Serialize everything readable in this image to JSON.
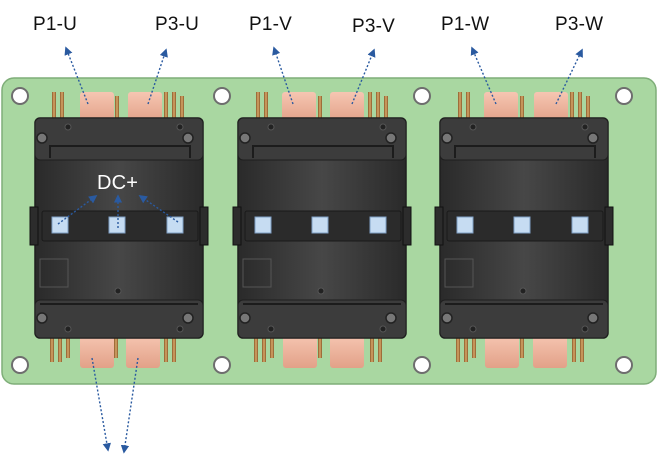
{
  "labels": {
    "p1_u": "P1-U",
    "p3_u": "P3-U",
    "p1_v": "P1-V",
    "p3_v": "P3-V",
    "p1_w": "P1-W",
    "p3_w": "P3-W",
    "dc_plus": "DC+"
  },
  "colors": {
    "pcb": "#a8d6a0",
    "module_body": "#3a3a3a",
    "terminal_pad": "#f0b8a4",
    "window": "#c6dcf2",
    "arrow": "#2a5aa0"
  }
}
